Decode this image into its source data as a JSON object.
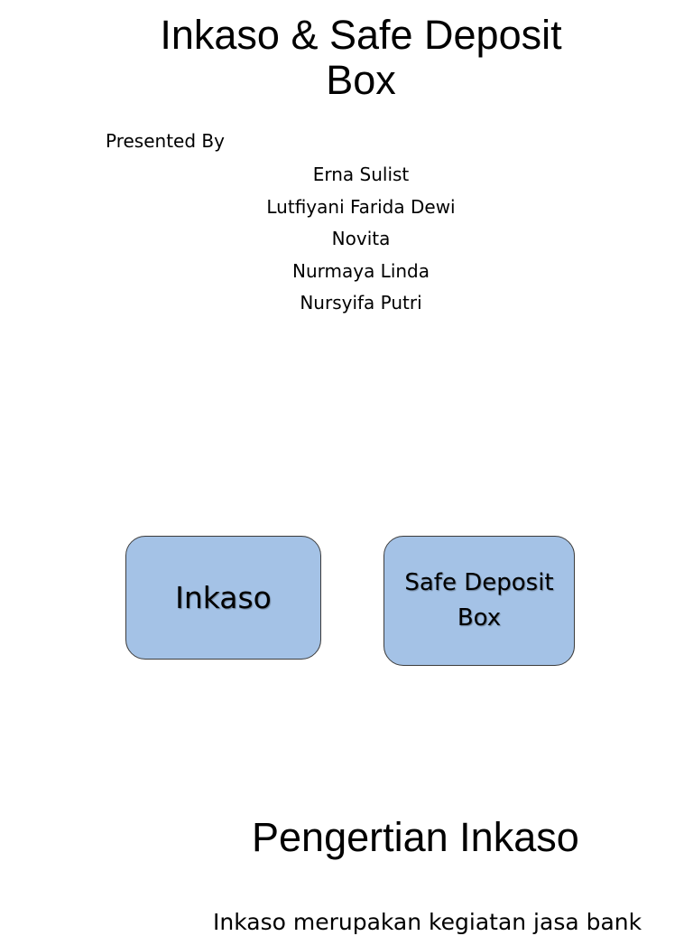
{
  "slide1": {
    "title_line1": "Inkaso & Safe Deposit",
    "title_line2": "Box",
    "presented_by": "Presented By",
    "presenters": [
      "Erna Sulist",
      "Lutfiyani Farida Dewi",
      "Novita",
      "Nurmaya Linda",
      "Nursyifa Putri"
    ]
  },
  "slide2": {
    "box_inkaso": "Inkaso",
    "box_sdb_line1": "Safe Deposit",
    "box_sdb_line2": "Box",
    "box_fill_color": "#a4c2e6"
  },
  "slide3": {
    "title": "Pengertian Inkaso",
    "body_start": "Inkaso merupakan kegiatan jasa bank"
  }
}
